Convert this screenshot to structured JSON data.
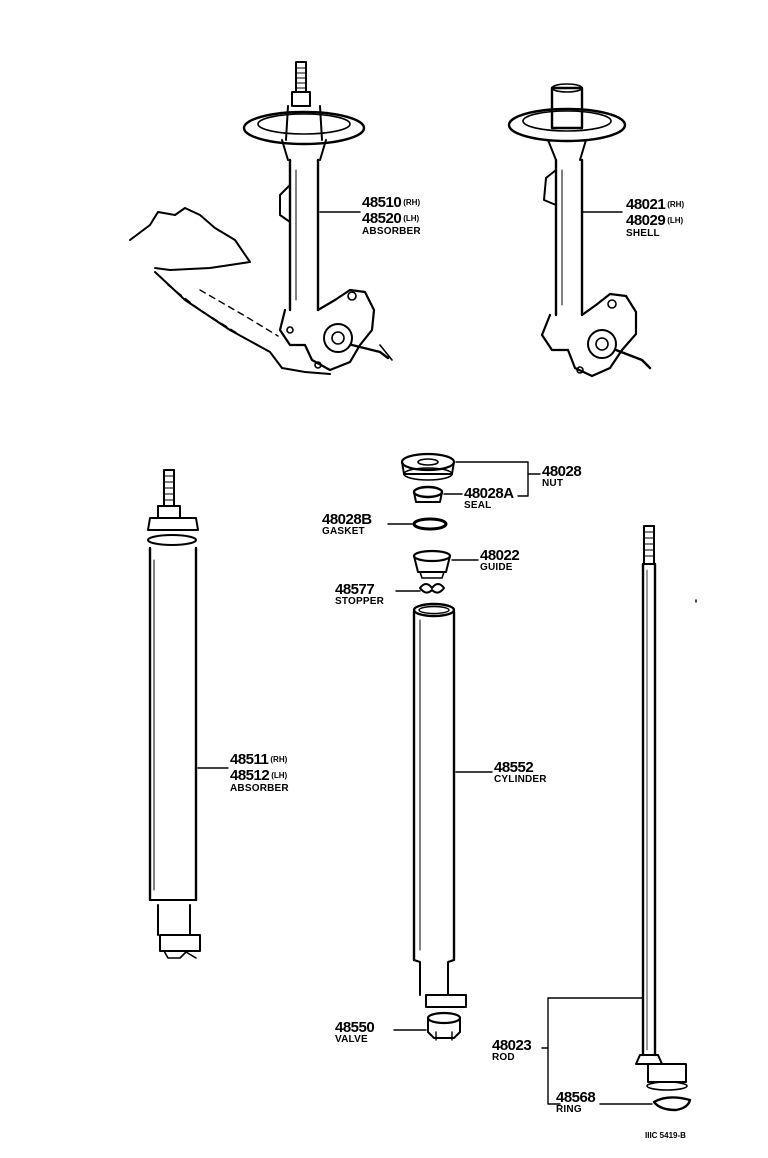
{
  "parts": {
    "strut_rh_num": "48510",
    "strut_rh_side": "(RH)",
    "strut_lh_num": "48520",
    "strut_lh_side": "(LH)",
    "strut_name": "ABSORBER",
    "shell_rh_num": "48021",
    "shell_rh_side": "(RH)",
    "shell_lh_num": "48029",
    "shell_lh_side": "(LH)",
    "shell_name": "SHELL",
    "absorber_rh_num": "48511",
    "absorber_rh_side": "(RH)",
    "absorber_lh_num": "48512",
    "absorber_lh_side": "(LH)",
    "absorber_name": "ABSORBER",
    "nut_num": "48028",
    "nut_name": "NUT",
    "seal_num": "48028A",
    "seal_name": "SEAL",
    "gasket_num": "48028B",
    "gasket_name": "GASKET",
    "guide_num": "48022",
    "guide_name": "GUIDE",
    "stopper_num": "48577",
    "stopper_name": "STOPPER",
    "cylinder_num": "48552",
    "cylinder_name": "CYLINDER",
    "valve_num": "48550",
    "valve_name": "VALVE",
    "rod_num": "48023",
    "rod_name": "ROD",
    "ring_num": "48568",
    "ring_name": "RING"
  },
  "diagram_code": "IIIC 5419-B"
}
